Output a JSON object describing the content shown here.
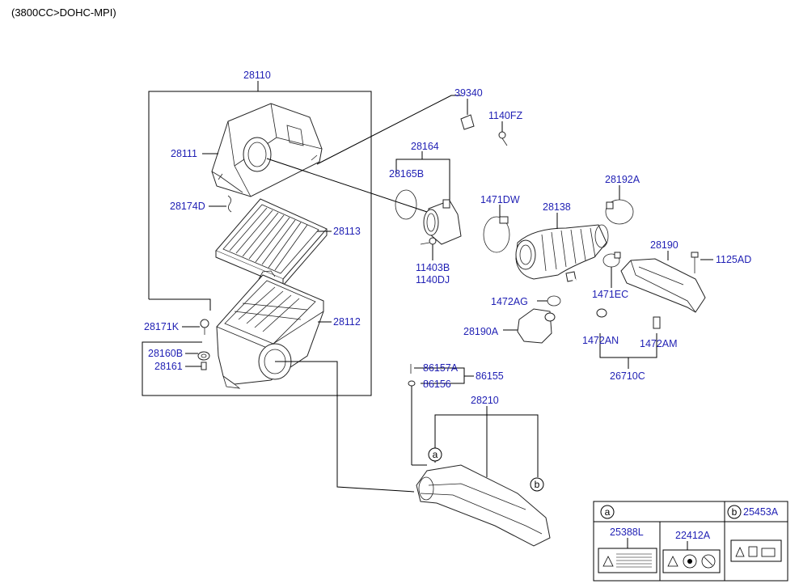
{
  "header": {
    "engine_spec": "(3800CC>DOHC-MPI)"
  },
  "parts": {
    "p28110": "28110",
    "p28111": "28111",
    "p28174D": "28174D",
    "p28113": "28113",
    "p28171K": "28171K",
    "p28112": "28112",
    "p28160B": "28160B",
    "p28161": "28161",
    "p39340": "39340",
    "p1140FZ": "1140FZ",
    "p28164": "28164",
    "p28165B": "28165B",
    "p11403B": "11403B",
    "p1140DJ": "1140DJ",
    "p1471DW": "1471DW",
    "p28138": "28138",
    "p28192A": "28192A",
    "p28190": "28190",
    "p1125AD": "1125AD",
    "p1471EC": "1471EC",
    "p1472AG": "1472AG",
    "p28190A": "28190A",
    "p1472AN": "1472AN",
    "p1472AM": "1472AM",
    "p26710C": "26710C",
    "p86157A": "86157A",
    "p86156": "86156",
    "p86155": "86155",
    "p28210": "28210",
    "p25388L": "25388L",
    "p22412A": "22412A",
    "p25453A": "25453A"
  },
  "callouts": {
    "a": "a",
    "b": "b"
  },
  "legend": {
    "cell_a": "a",
    "cell_b": "b"
  }
}
